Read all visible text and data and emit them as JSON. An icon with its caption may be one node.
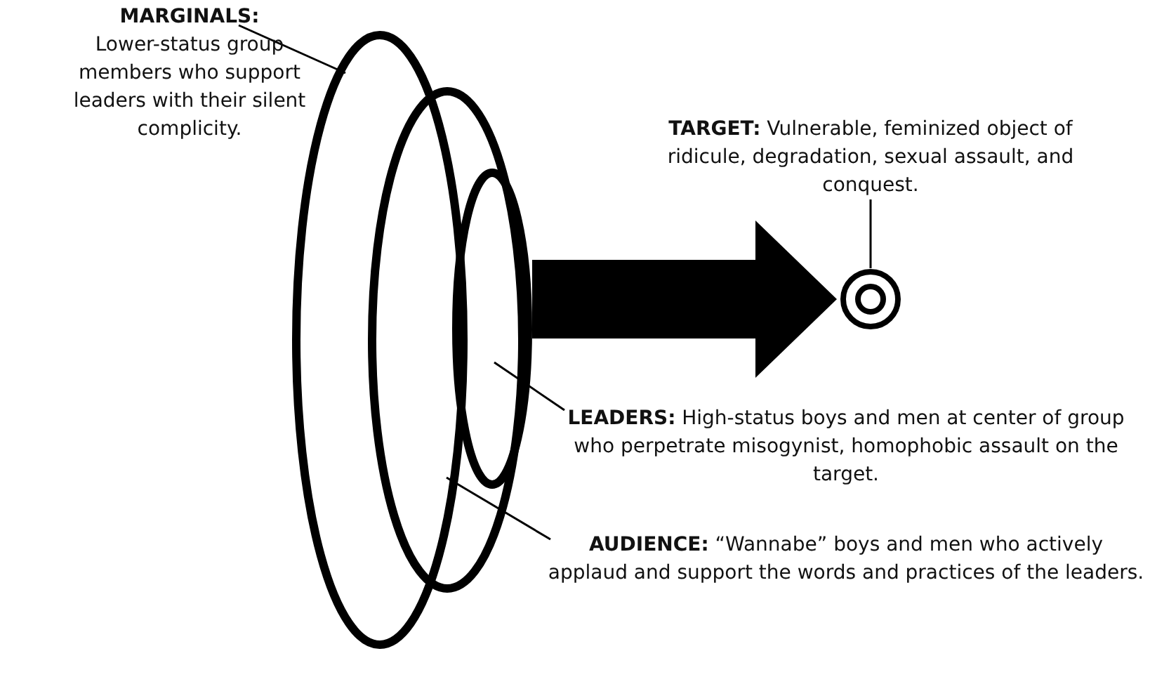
{
  "diagram": {
    "nodes": [
      {
        "text": [
          "MARGINALS:",
          "Lower-status group members who support leaders with their silent complicity."
        ]
      },
      {
        "text": [],
        "shape": "ellipse"
      },
      {
        "text": [],
        "shape": "ellipse"
      },
      {
        "text": [],
        "shape": "ellipse"
      },
      {
        "text": [
          "**TARGET:** Vulnerable, feminized object of ridicule, degradation, sexual assault, and conquest."
        ]
      },
      {
        "text": [],
        "shape": "circle"
      },
      {
        "text": [
          "**LEADERS:** High-status boys and men at center of group who perpetrate misogynist, homophobic assault on the target."
        ]
      },
      {
        "text": [
          "**AUDIENCE:** “Wannabe” boys and men who actively applaud and support the words and practices of the leaders."
        ]
      }
    ],
    "edges": [
      {
        "from": 0,
        "to": 1,
        "arrow": "none"
      },
      {
        "from": 4,
        "to": 5,
        "arrow": "none"
      },
      {
        "from": 6,
        "to": 3,
        "arrow": "none"
      },
      {
        "from": 7,
        "to": 2,
        "arrow": "none"
      },
      {
        "from": 3,
        "to": 5,
        "arrow": "to",
        "style": "thick"
      }
    ]
  }
}
